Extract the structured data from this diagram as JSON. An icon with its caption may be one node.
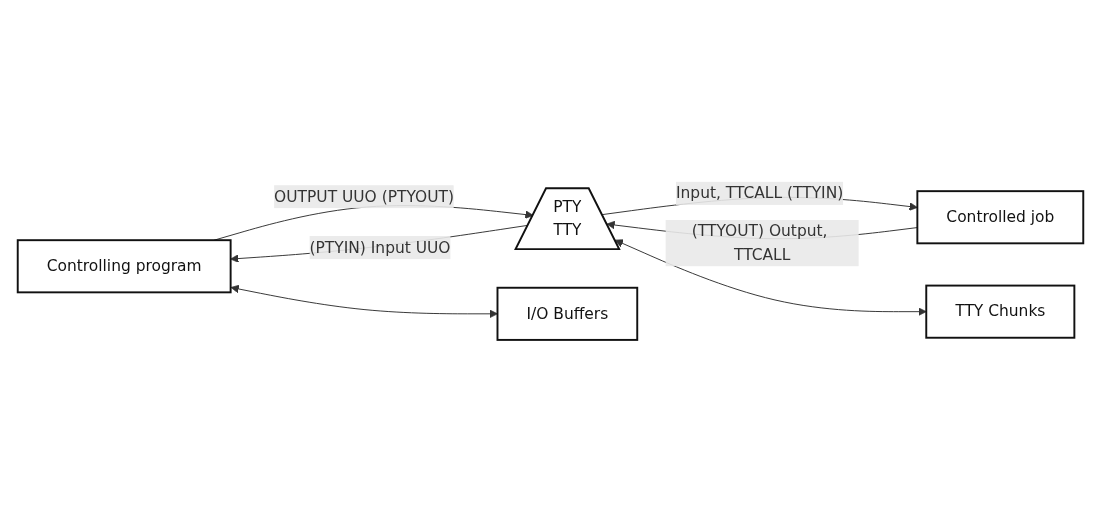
{
  "diagram": {
    "nodes": [
      {
        "text": [
          "Controlling program"
        ]
      },
      {
        "text": [
          "PTY",
          "TTY"
        ]
      },
      {
        "text": [
          "Controlled job"
        ]
      },
      {
        "text": [
          "I/O Buffers"
        ]
      },
      {
        "text": [
          "TTY Chunks"
        ]
      }
    ],
    "edges": [
      {
        "from": 1,
        "to": 0,
        "arrow": "to",
        "label": "(PTYIN) Input UUO"
      },
      {
        "from": 0,
        "to": 1,
        "arrow": "to",
        "label": "OUTPUT UUO (PTYOUT)"
      },
      {
        "from": 2,
        "to": 1,
        "arrow": "to",
        "label": "(TTYOUT) Output, TTCALL"
      },
      {
        "from": 1,
        "to": 2,
        "arrow": "to",
        "label": "Input, TTCALL (TTYIN)"
      },
      {
        "from": 0,
        "to": 3,
        "arrow": "both"
      },
      {
        "from": 1,
        "to": 4,
        "arrow": "both"
      }
    ]
  }
}
